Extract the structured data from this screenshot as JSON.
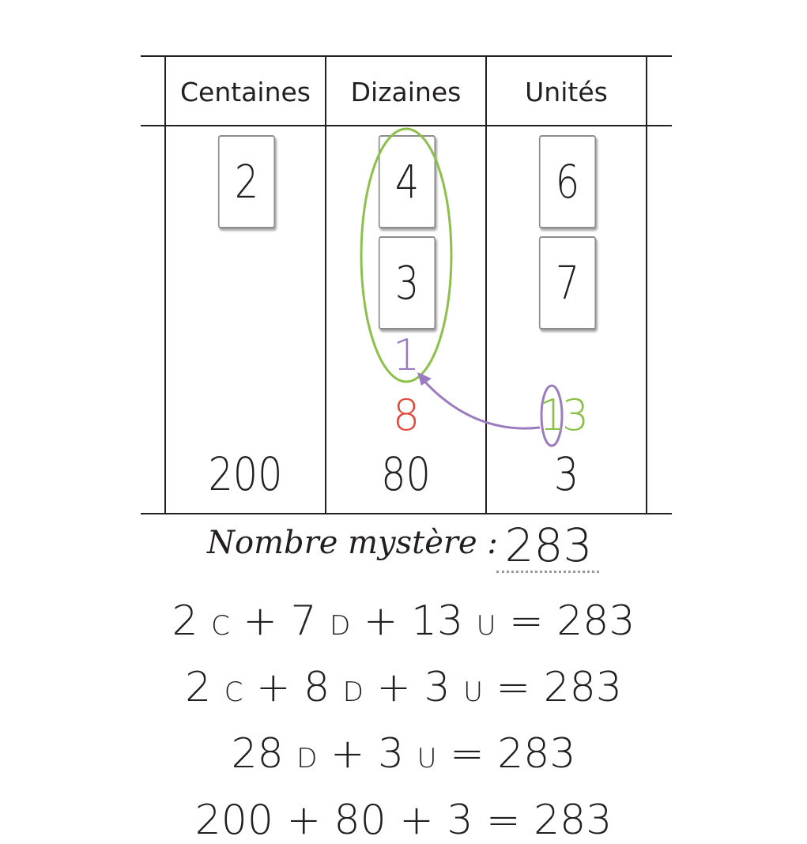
{
  "headers": {
    "hundreds": "Centaines",
    "tens": "Dizaines",
    "units": "Unités"
  },
  "cards": {
    "hundreds": [
      "2"
    ],
    "tens": [
      "4",
      "3"
    ],
    "units": [
      "6",
      "7"
    ]
  },
  "carry": {
    "tens_carry": "1",
    "tens_result": "8",
    "units_total_carry": "1",
    "units_total_rest": "3"
  },
  "sums": {
    "hundreds": "200",
    "tens": "80",
    "units": "3"
  },
  "mystery": {
    "label": "Nombre mystère :",
    "value": "283"
  },
  "equations": {
    "eq1": {
      "p1": "2",
      "u1": "C",
      "p2": " + 7",
      "u2": "D",
      "p3": " + 13",
      "u3": "U",
      "p4": " = 283"
    },
    "eq2": {
      "p1": "2",
      "u1": "C",
      "p2": " + 8",
      "u2": "D",
      "p3": " + 3",
      "u3": "U",
      "p4": " = 283"
    },
    "eq3": {
      "p1": "28",
      "u1": "D",
      "p2": " + 3",
      "u2": "U",
      "p3": " = 283"
    },
    "eq4": {
      "text": "200 + 80 + 3 = 283"
    }
  },
  "colors": {
    "green": "#8cc04b",
    "purple": "#9b7bc0",
    "red": "#e24a3b",
    "ink": "#231f20"
  }
}
